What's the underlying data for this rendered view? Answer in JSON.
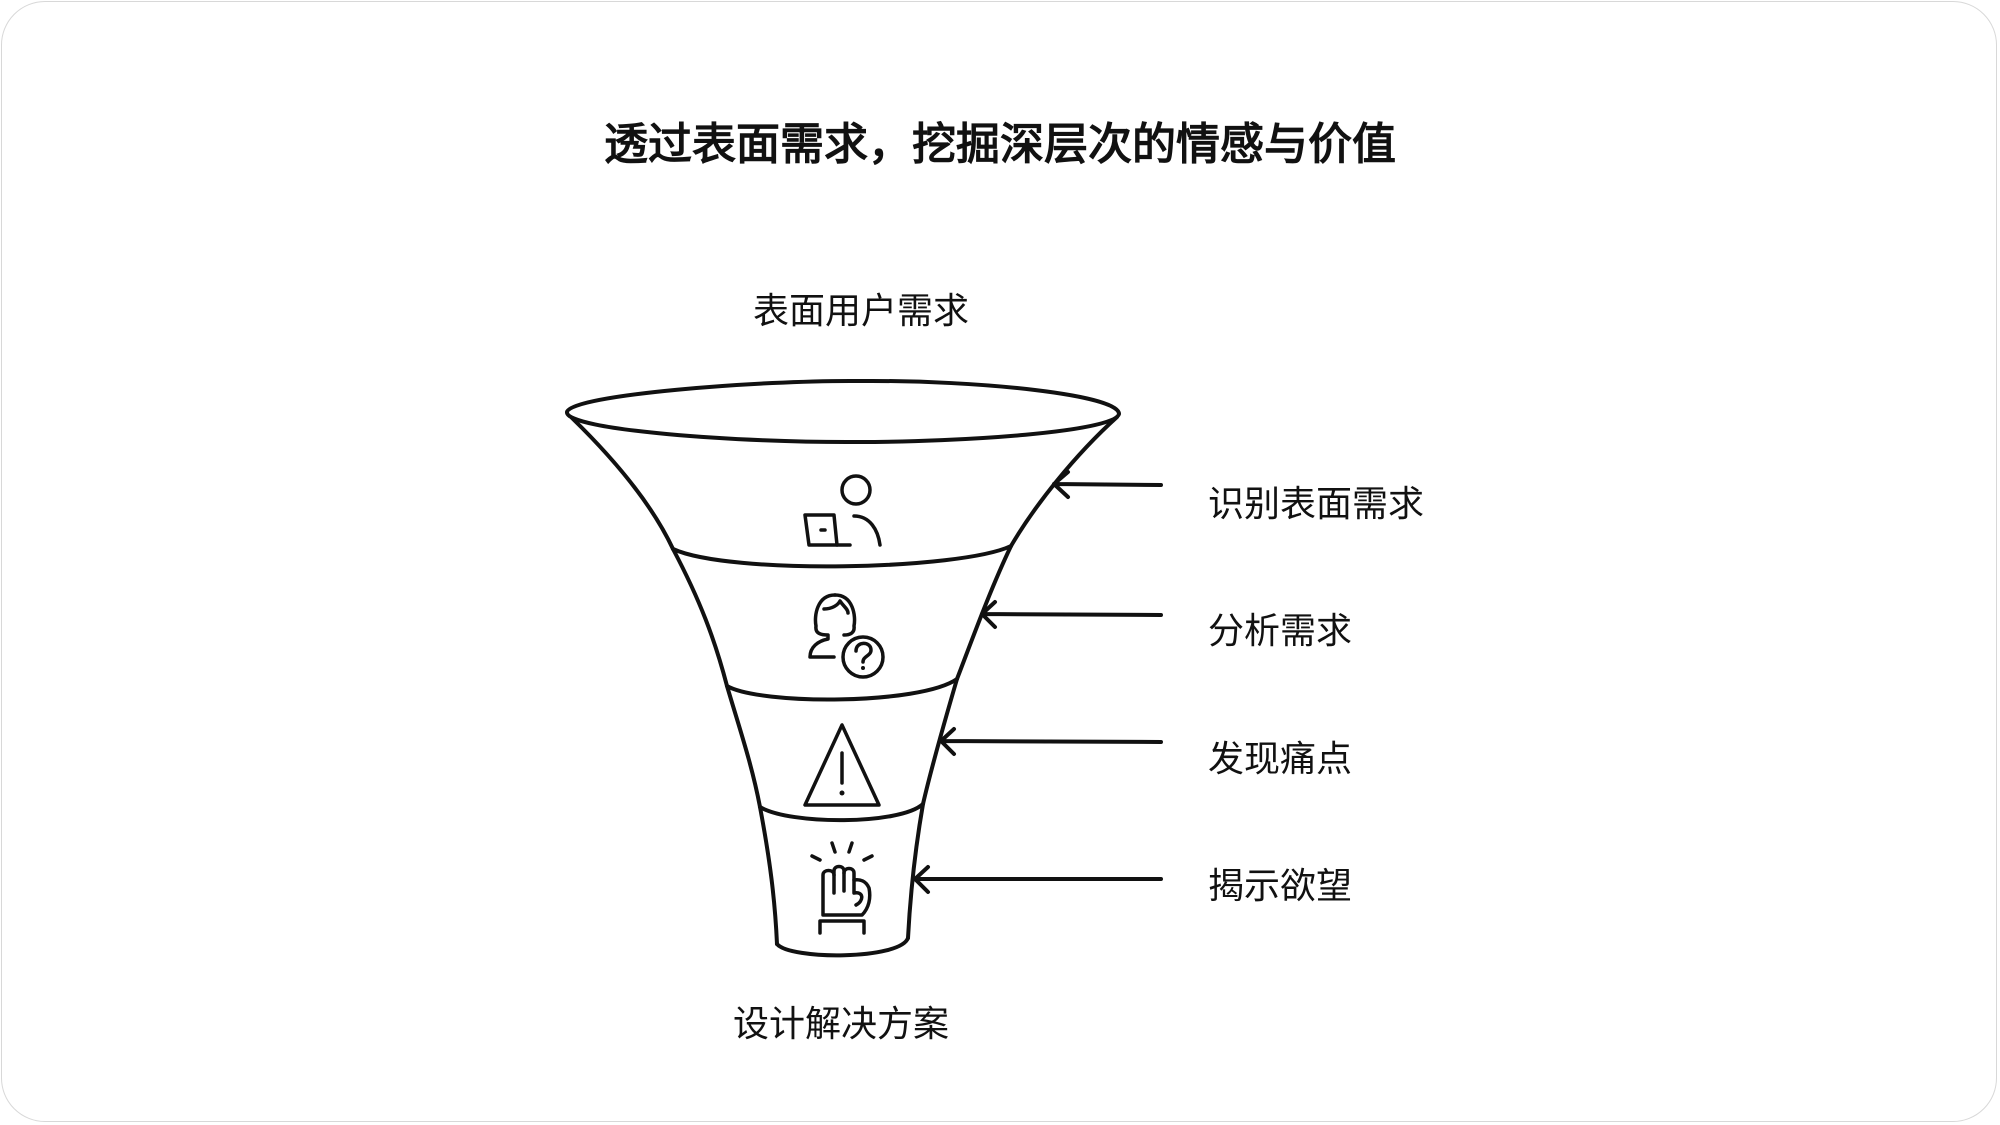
{
  "title": "透过表面需求，挖掘深层次的情感与价值",
  "top_label": "表面用户需求",
  "bottom_label": "设计解决方案",
  "stages": [
    {
      "label": "识别表面需求",
      "icon": "person-laptop-icon"
    },
    {
      "label": "分析需求",
      "icon": "person-question-icon"
    },
    {
      "label": "发现痛点",
      "icon": "warning-triangle-icon"
    },
    {
      "label": "揭示欲望",
      "icon": "raised-fist-icon"
    }
  ]
}
